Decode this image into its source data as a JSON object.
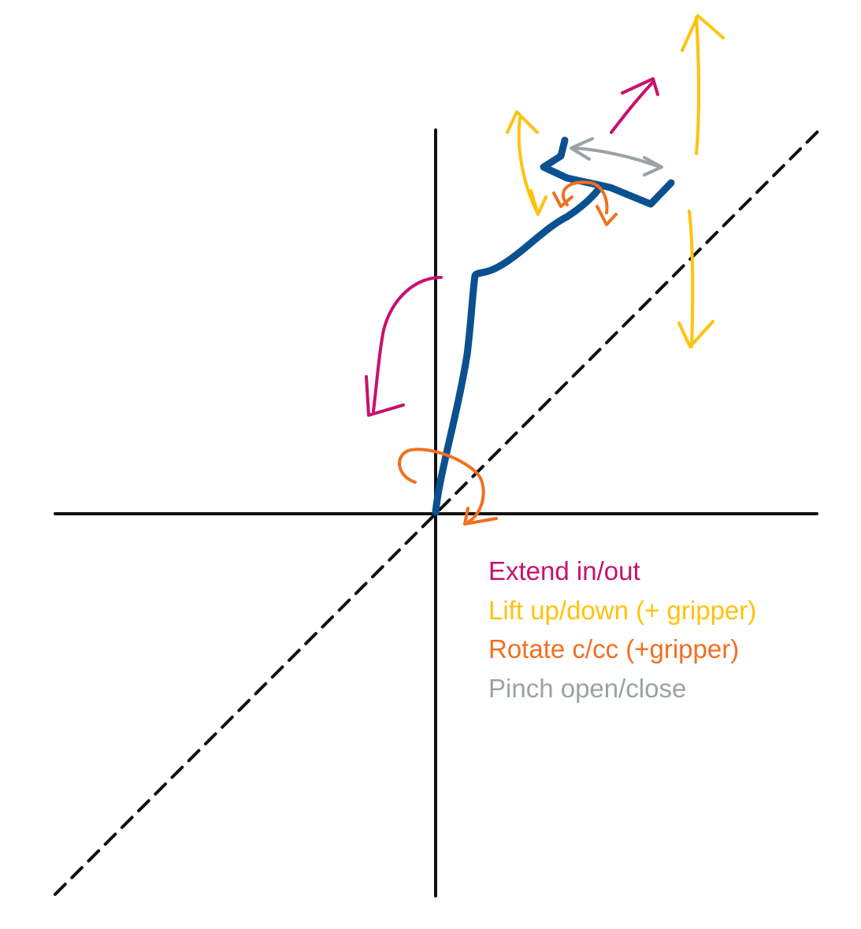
{
  "colors": {
    "arm": "#0b5190",
    "axis": "#111111",
    "extend": "#c8106e",
    "lift": "#ffc20e",
    "rotate": "#f26f21",
    "pinch": "#99a3a6"
  },
  "legend": {
    "extend": "Extend in/out",
    "lift": "Lift up/down (+ gripper)",
    "rotate": "Rotate c/cc (+gripper)",
    "pinch": "Pinch open/close"
  }
}
